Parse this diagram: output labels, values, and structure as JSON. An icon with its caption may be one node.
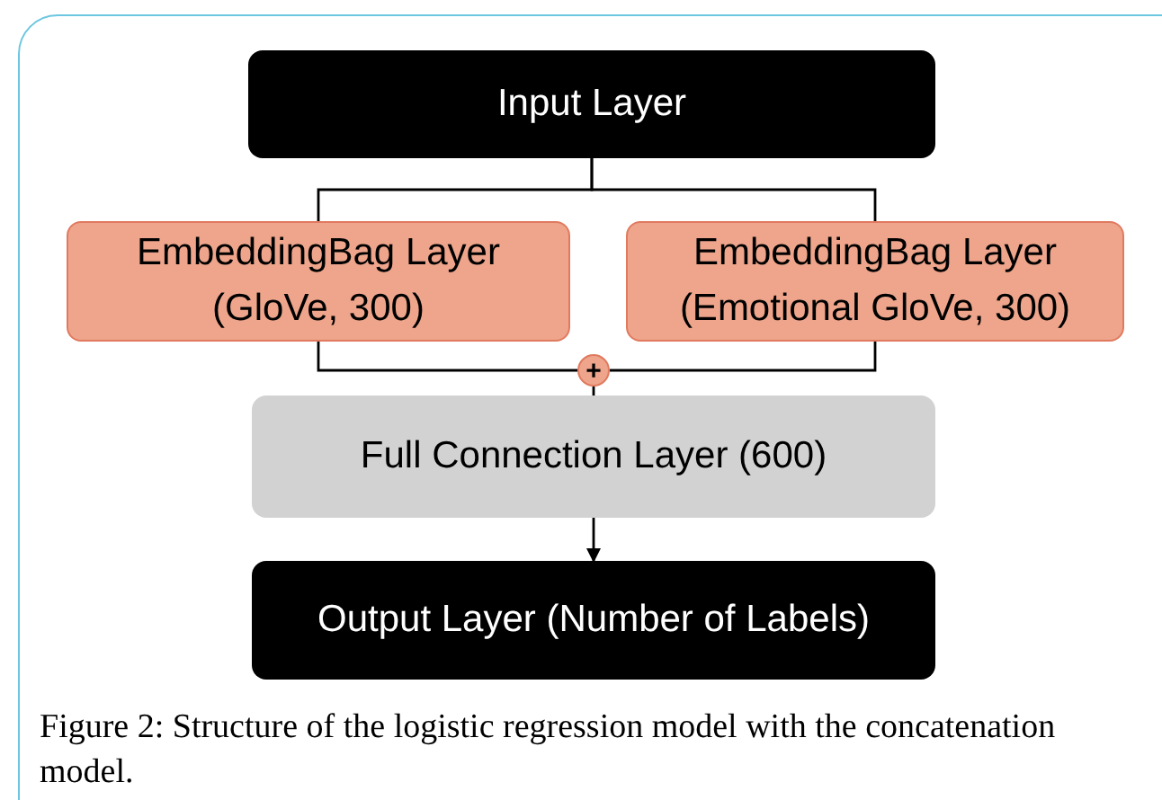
{
  "diagram": {
    "caption": "Figure 2: Structure of the logistic regression model with the concatenation model.",
    "nodes": [
      {
        "text": [
          "Input Layer"
        ]
      },
      {
        "text": [
          "EmbeddingBag Layer (GloVe, 300)"
        ]
      },
      {
        "text": [
          "EmbeddingBag Layer (Emotional GloVe, 300)"
        ]
      },
      {
        "text": [
          "+"
        ]
      },
      {
        "text": [
          "Full Connection Layer (600)"
        ]
      },
      {
        "text": [
          "Output Layer (Number of Labels)"
        ]
      }
    ],
    "edges": [
      {
        "from": 0,
        "to": 1,
        "arrow": "none"
      },
      {
        "from": 0,
        "to": 2,
        "arrow": "none"
      },
      {
        "from": 1,
        "to": 3,
        "arrow": "none"
      },
      {
        "from": 2,
        "to": 3,
        "arrow": "none"
      },
      {
        "from": 3,
        "to": 4,
        "arrow": "none"
      },
      {
        "from": 4,
        "to": 5,
        "arrow": "to"
      }
    ]
  }
}
